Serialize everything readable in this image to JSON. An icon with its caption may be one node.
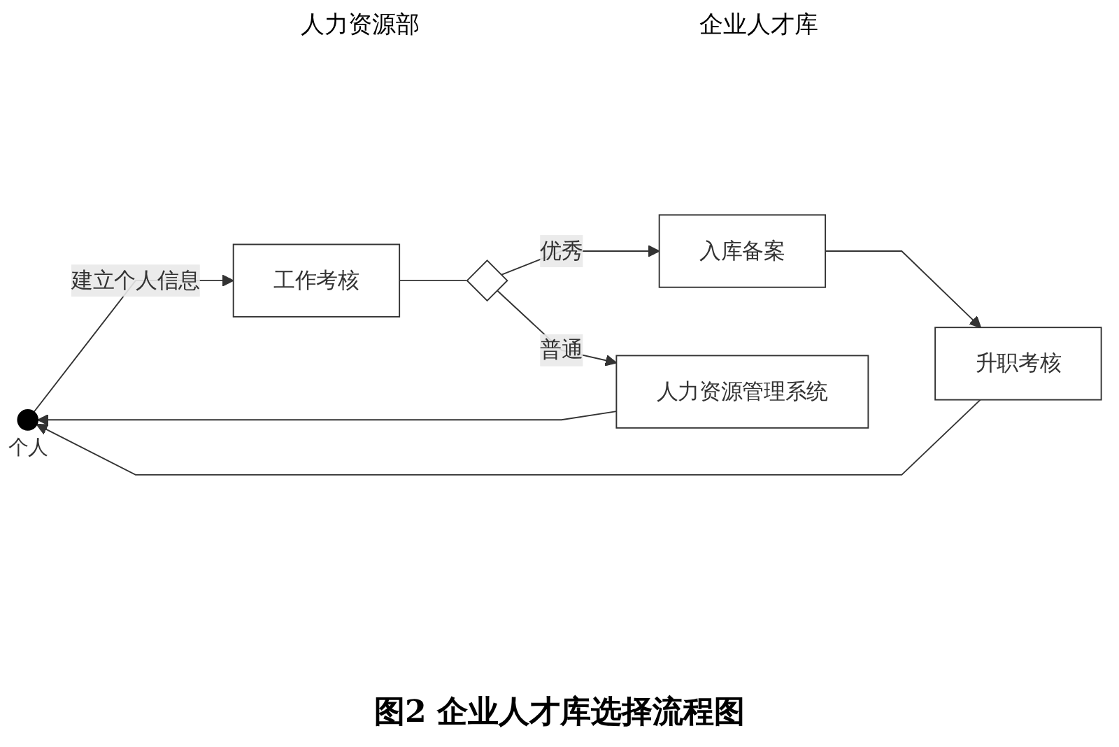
{
  "diagram": {
    "caption": "图2 企业人才库选择流程图",
    "nodes": [
      {
        "text": [],
        "shape": "circle",
        "beside": [
          "个人"
        ]
      },
      {
        "text": [
          "工作考核"
        ]
      },
      {
        "text": [],
        "shape": "diamond"
      },
      {
        "text": [
          "入库备案"
        ]
      },
      {
        "text": [
          "人力资源管理系统"
        ]
      },
      {
        "text": [
          "升职考核"
        ]
      }
    ],
    "edges": [
      {
        "from": 0,
        "to": 1,
        "arrow": "to",
        "label": "建立个人信息"
      },
      {
        "from": 1,
        "to": 2,
        "arrow": "none"
      },
      {
        "from": 2,
        "to": 3,
        "arrow": "to",
        "label": "优秀"
      },
      {
        "from": 2,
        "to": 4,
        "arrow": "to",
        "label": "普通"
      },
      {
        "from": 4,
        "to": 0,
        "arrow": "to"
      },
      {
        "from": 3,
        "to": 5,
        "arrow": "to"
      },
      {
        "from": 5,
        "to": 0,
        "arrow": "to"
      }
    ],
    "labels": [
      "人力资源部",
      "企业人才库"
    ]
  }
}
